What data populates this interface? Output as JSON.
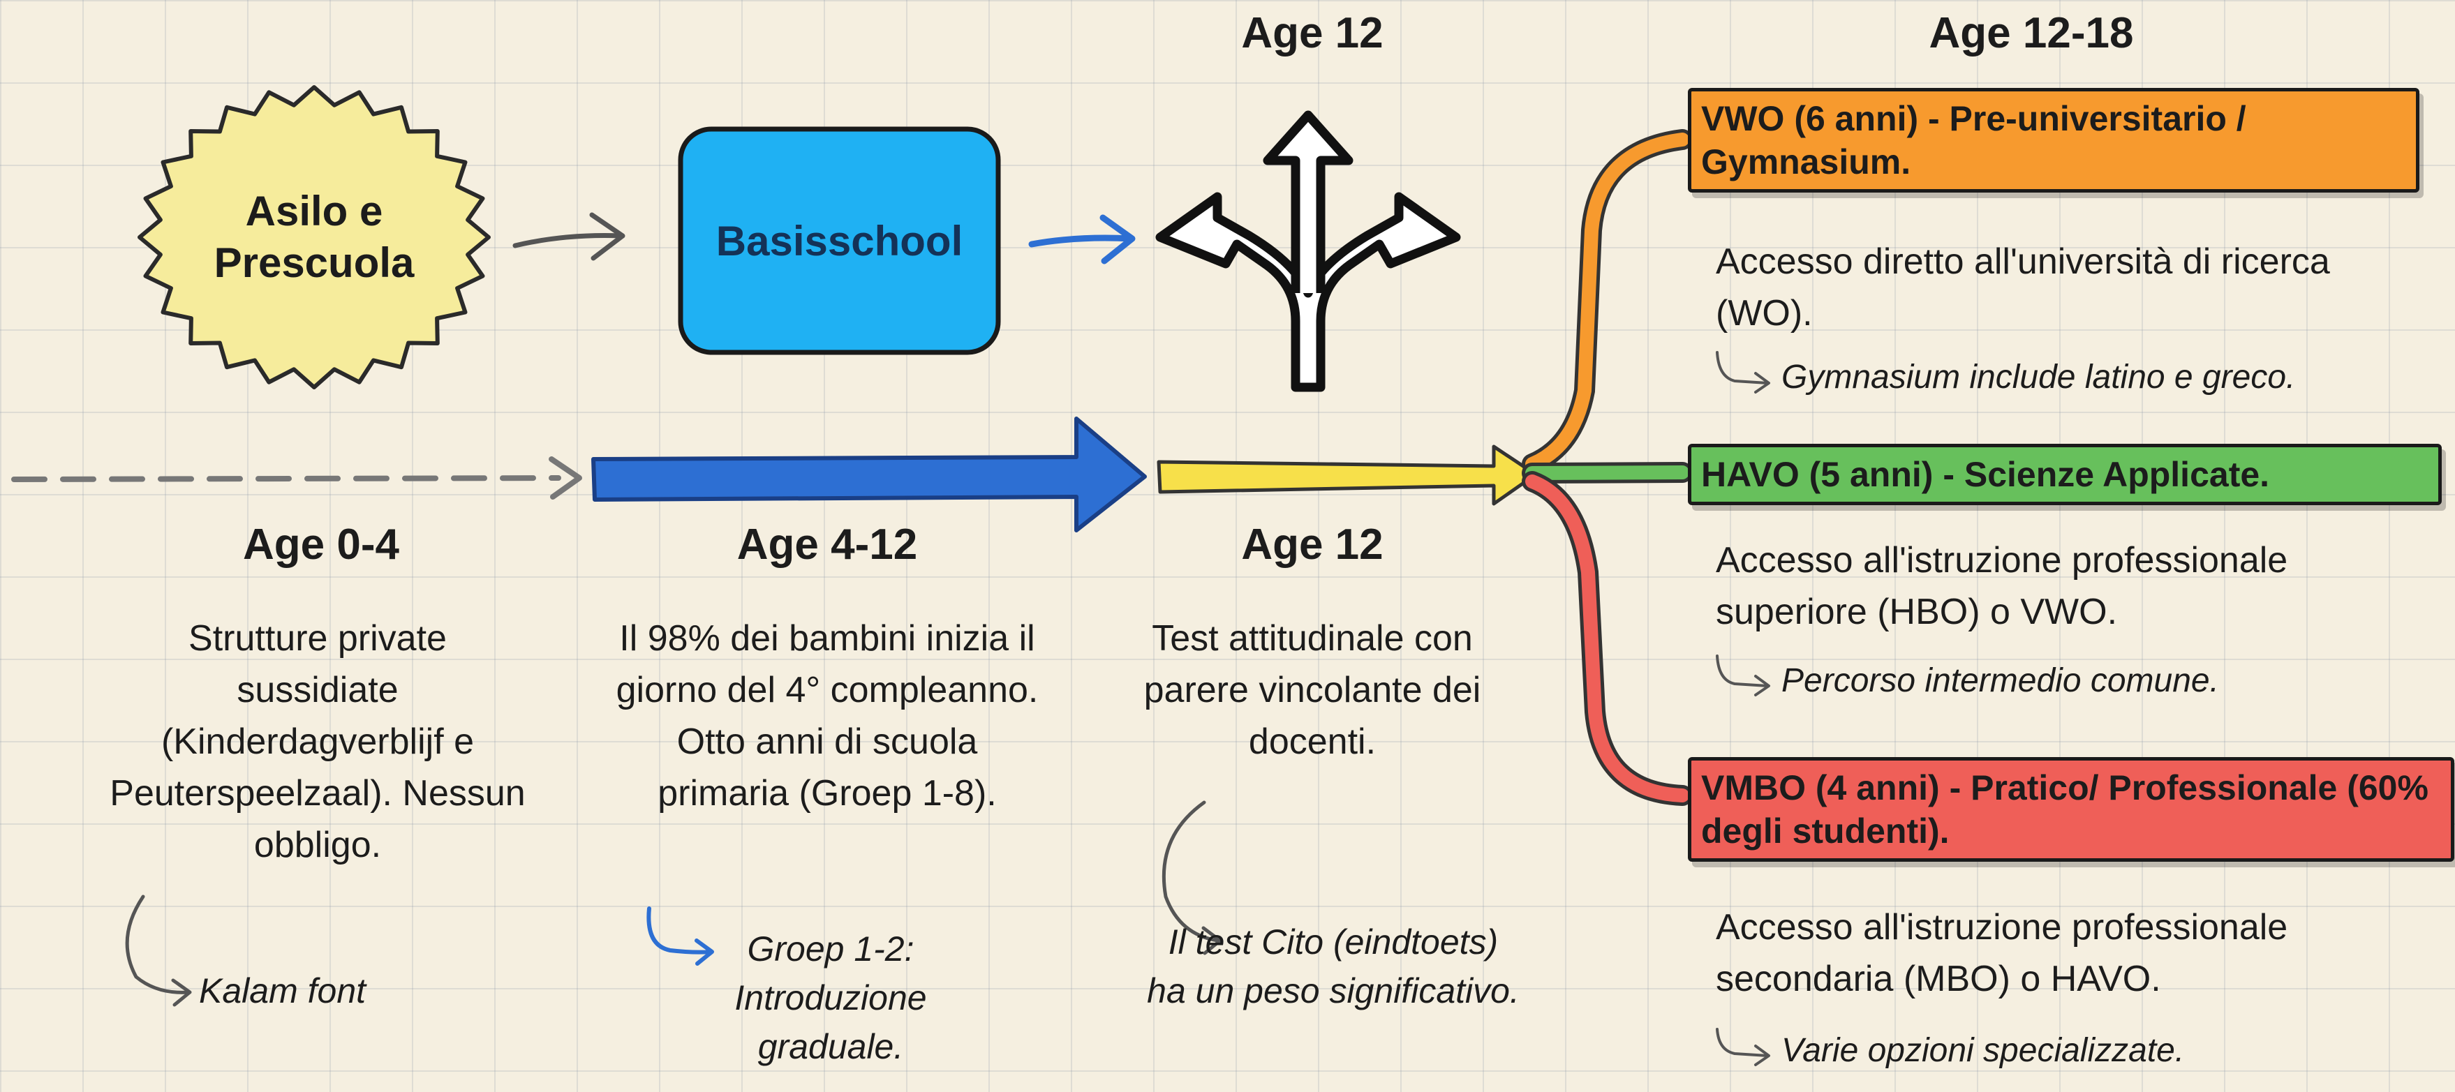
{
  "colors": {
    "asilo": "#f6ec9c",
    "basisschool": "#1fb1f3",
    "blue_arrow": "#2d6fd3",
    "yellow_arrow": "#f7e04a",
    "vwo": "#f79a2e",
    "havo": "#67c05c",
    "vmbo": "#ef5f58"
  },
  "icons": [
    "arrow-right-icon",
    "branching-arrows-icon",
    "curved-note-arrow-icon"
  ],
  "top": {
    "age_center": "Age 12",
    "age_right": "Age 12-18",
    "asilo_label": "Asilo e Prescuola",
    "basisschool_label": "Basisschool"
  },
  "stages": [
    {
      "age": "Age 0-4",
      "desc": "Strutture private sussidiate (Kinderdagverblijf e Peuterspeelzaal). Nessun obbligo.",
      "note": "Kalam font"
    },
    {
      "age": "Age 4-12",
      "desc": "Il 98% dei bambini inizia il giorno del 4° compleanno. Otto anni di scuola primaria (Groep 1-8).",
      "note": "Groep 1-2: Introduzione graduale."
    },
    {
      "age": "Age 12",
      "desc": "Test attitudinale con parere vincolante dei docenti.",
      "note": "Il test Cito (eindtoets) ha un peso significativo."
    }
  ],
  "tracks": [
    {
      "label": "VWO (6 anni) - Pre-universitario / Gymnasium.",
      "desc": "Accesso diretto all'università di ricerca (WO).",
      "note": "Gymnasium include latino e greco."
    },
    {
      "label": "HAVO (5 anni) - Scienze Applicate.",
      "desc": "Accesso all'istruzione professionale superiore (HBO) o VWO.",
      "note": "Percorso intermedio comune."
    },
    {
      "label": "VMBO (4 anni) - Pratico/ Professionale (60% degli studenti).",
      "desc": "Accesso all'istruzione professionale secondaria (MBO) o HAVO.",
      "note": "Varie opzioni specializzate."
    }
  ]
}
